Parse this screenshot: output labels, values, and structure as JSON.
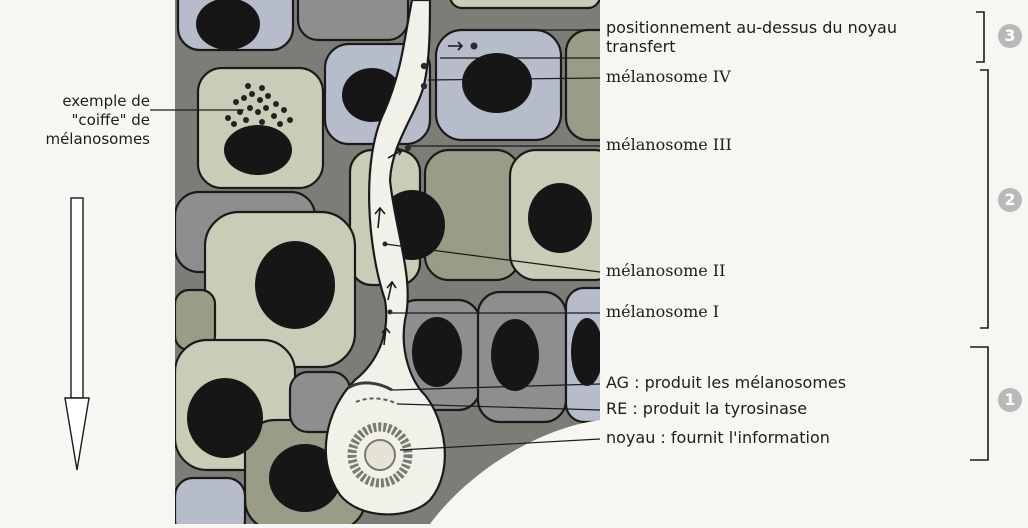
{
  "labels": {
    "positionnement": "positionnement au-dessus du noyau",
    "transfert": "transfert",
    "melanosome4": "mélanosome IV",
    "melanosome3": "mélanosome III",
    "melanosome2": "mélanosome II",
    "melanosome1": "mélanosome I",
    "ag": "AG : produit les mélanosomes",
    "re": "RE : produit la tyrosinase",
    "noyau": "noyau : fournit l'information"
  },
  "left_label": {
    "line1": "exemple de",
    "line2": "\"coiffe\" de",
    "line3": "mélanosomes"
  },
  "stages": {
    "s3": "3",
    "s2": "2",
    "s1": "1"
  },
  "colors": {
    "outline": "#1a1a1a",
    "nucleus": "#161616",
    "cell_light": "#e4e3d6",
    "cell_mid": "#c9ccb6",
    "cell_dark": "#9a9c87",
    "cell_blue": "#b7bccb",
    "cell_grey": "#8e8e8e",
    "melanocyte": "#f1f1ea",
    "stage_badge": "#b9b9b9"
  }
}
